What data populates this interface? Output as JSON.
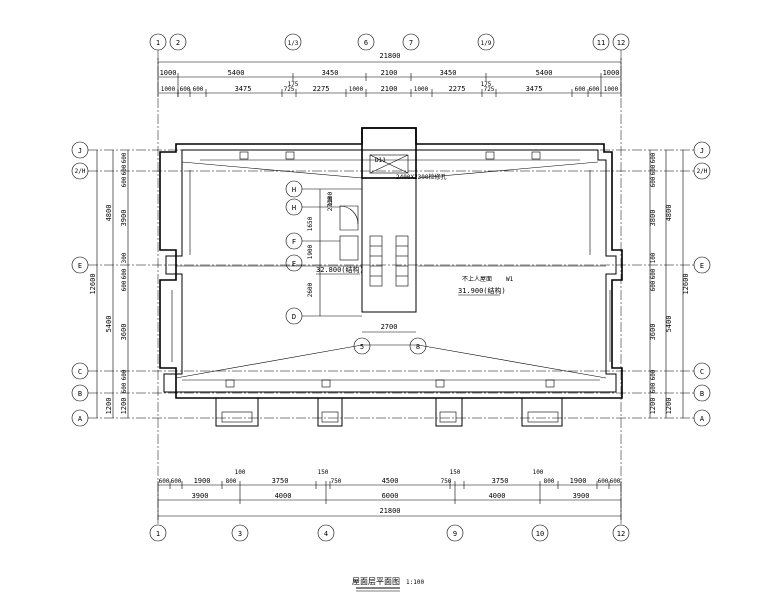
{
  "drawing": {
    "title": "屋面层平面图",
    "scale": "1:100"
  },
  "axes_top": [
    "1",
    "2",
    "1/3",
    "6",
    "7",
    "1/9",
    "11",
    "12"
  ],
  "axes_bottom": [
    "1",
    "3",
    "4",
    "9",
    "10",
    "12"
  ],
  "axes_left": [
    "J",
    "2/H",
    "E",
    "C",
    "B",
    "A"
  ],
  "axes_right": [
    "J",
    "2/H",
    "E",
    "C",
    "B",
    "A"
  ],
  "interior_axes": [
    "H",
    "H",
    "F",
    "E",
    "D",
    "5",
    "8"
  ],
  "dims_top": {
    "total": "21800",
    "row1": [
      "1000",
      "5400",
      "3450",
      "2100",
      "3450",
      "5400",
      "1000"
    ],
    "row1_extra": [
      "175",
      "175"
    ],
    "row2": [
      "1000",
      "600",
      "600",
      "3475",
      "725",
      "2275",
      "1000",
      "2100",
      "1000",
      "2275",
      "725",
      "3475",
      "600",
      "600",
      "1000"
    ]
  },
  "dims_bottom": {
    "row1": [
      "600",
      "600",
      "1900",
      "800",
      "3750",
      "750",
      "4500",
      "750",
      "3750",
      "800",
      "1900",
      "600",
      "600"
    ],
    "row1_extra": [
      "100",
      "150",
      "150",
      "100"
    ],
    "row2": [
      "3900",
      "4000",
      "6000",
      "4000",
      "3900"
    ],
    "total": "21800"
  },
  "dims_left": {
    "total": "12600",
    "row1": [
      "4800",
      "5400",
      "1200"
    ],
    "row2": [
      "600",
      "600",
      "600",
      "3900",
      "300",
      "600",
      "600",
      "3600",
      "600",
      "600",
      "1200"
    ]
  },
  "dims_right": {
    "total": "12600",
    "row1": [
      "4800",
      "5400",
      "1200"
    ],
    "row2": [
      "600",
      "600",
      "600",
      "3800",
      "100",
      "600",
      "600",
      "3600",
      "600",
      "600",
      "1200"
    ]
  },
  "annotations": {
    "elev_left": "32.800(结构)",
    "elev_right": "31.900(结构)",
    "room_right": "不上人屋面",
    "tag_w": "W1",
    "stair_width": "2700",
    "stair_dims": [
      "1100",
      "1650",
      "1900",
      "2600",
      "2700"
    ],
    "top_box": "2400X2300检修孔",
    "stair_note": "D11"
  }
}
